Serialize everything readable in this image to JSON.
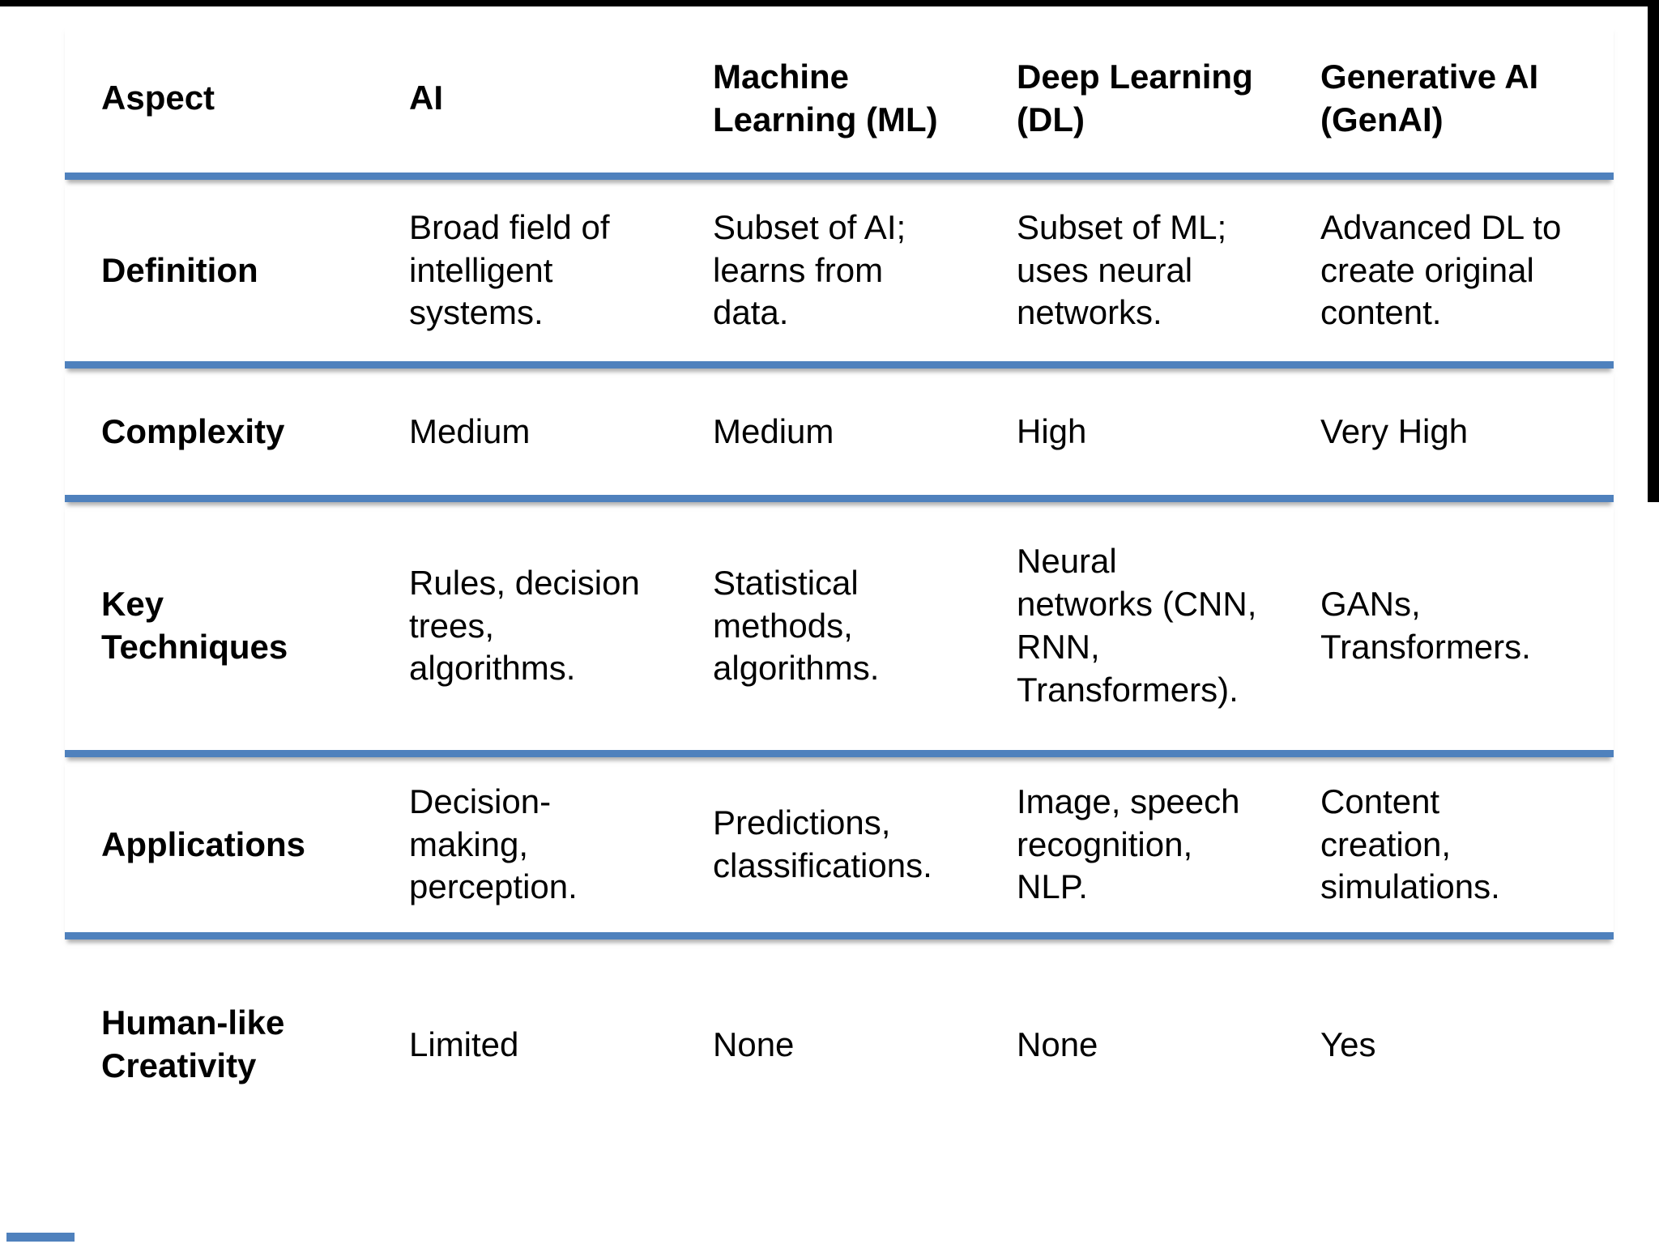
{
  "slide": {
    "background_color": "#ffffff",
    "letterbox_color": "#000000",
    "accent_color": "#4F81BD",
    "text_color": "#000000"
  },
  "table": {
    "columns": [
      "Aspect",
      "AI",
      "Machine\nLearning (ML)",
      "Deep Learning\n(DL)",
      "Generative AI\n(GenAI)"
    ],
    "rows": [
      {
        "label": "Definition",
        "cells": [
          "Broad field of\nintelligent\nsystems.",
          "Subset of AI;\nlearns from\ndata.",
          "Subset of ML;\nuses neural\nnetworks.",
          "Advanced DL to\ncreate original\ncontent."
        ]
      },
      {
        "label": "Complexity",
        "cells": [
          "Medium",
          "Medium",
          "High",
          "Very High"
        ]
      },
      {
        "label": "Key Techniques",
        "cells": [
          "Rules, decision\ntrees,\nalgorithms.",
          "Statistical\nmethods,\nalgorithms.",
          "Neural\nnetworks (CNN,\nRNN,\nTransformers).",
          "GANs,\nTransformers."
        ]
      },
      {
        "label": "Applications",
        "cells": [
          "Decision-\nmaking,\nperception.",
          "Predictions,\nclassifications.",
          "Image, speech\nrecognition,\nNLP.",
          "Content\ncreation,\nsimulations."
        ]
      },
      {
        "label": "Human-like\nCreativity",
        "cells": [
          "Limited",
          "None",
          "None",
          "Yes"
        ]
      }
    ]
  }
}
